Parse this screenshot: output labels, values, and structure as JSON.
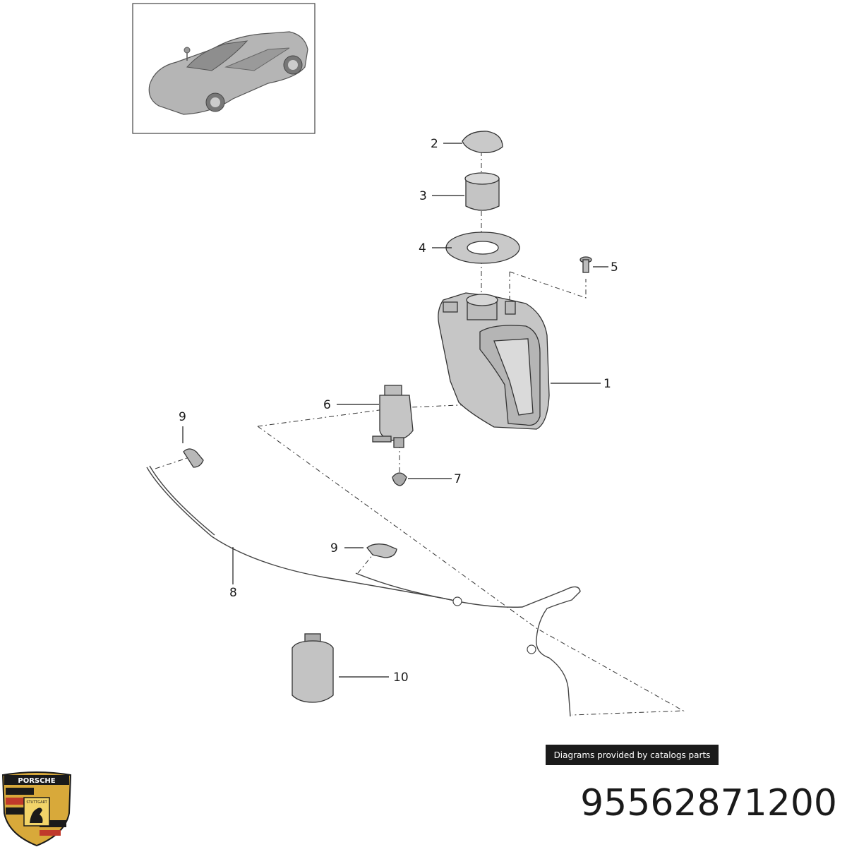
{
  "callouts": [
    {
      "id": "c2",
      "label": "2"
    },
    {
      "id": "c3",
      "label": "3"
    },
    {
      "id": "c4",
      "label": "4"
    },
    {
      "id": "c5",
      "label": "5"
    },
    {
      "id": "c1",
      "label": "1"
    },
    {
      "id": "c6",
      "label": "6"
    },
    {
      "id": "c9a",
      "label": "9"
    },
    {
      "id": "c7",
      "label": "7"
    },
    {
      "id": "c9b",
      "label": "9"
    },
    {
      "id": "c8",
      "label": "8"
    },
    {
      "id": "c10",
      "label": "10"
    }
  ],
  "credit_banner": "Diagrams provided by catalogs parts",
  "part_number": "95562871200",
  "logo": {
    "brand_text": "PORSCHE",
    "city_text": "STUTTGART",
    "icon": "porsche-crest-icon"
  },
  "colors": {
    "part_fill": "#c9c9c9",
    "part_shade": "#a9a9a9",
    "banner_bg": "#1b1b1b",
    "crest_red": "#c0392b",
    "crest_gold": "#d8a93a"
  }
}
